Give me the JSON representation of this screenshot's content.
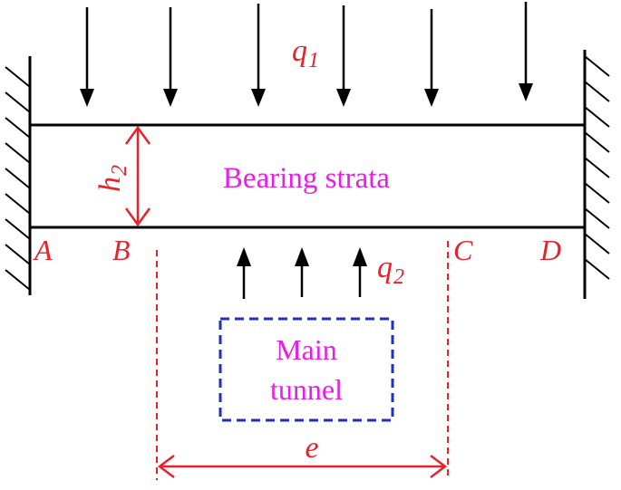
{
  "labels": {
    "q1": "q",
    "q1_sub": "1",
    "q2": "q",
    "q2_sub": "2",
    "h2": "h",
    "h2_sub": "2",
    "beam": "Bearing strata",
    "point_a": "A",
    "point_b": "B",
    "point_c": "C",
    "point_d": "D",
    "tunnel_line1": "Main",
    "tunnel_line2": "tunnel",
    "span": "e"
  },
  "colors": {
    "structure": "#000000",
    "annotation": "#e8212a",
    "beam_text": "#e91ee6",
    "tunnel_box": "#1f2fc0"
  }
}
